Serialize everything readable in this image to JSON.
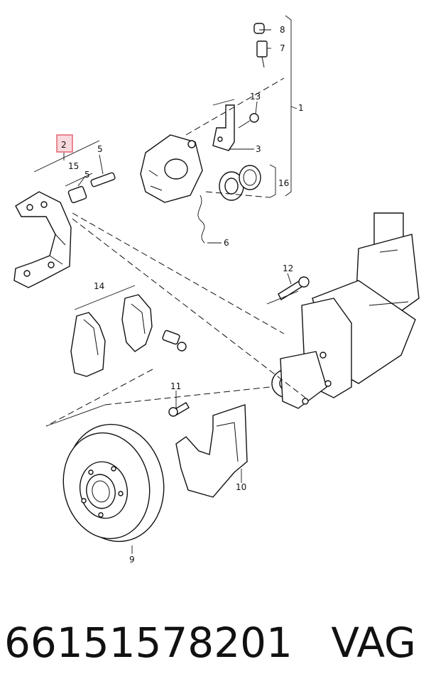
{
  "diagram": {
    "highlight_color": "#e05a6a",
    "callouts": {
      "c1": "1",
      "c2": "2",
      "c3": "3",
      "c5a": "5",
      "c5b": "5",
      "c6": "6",
      "c7": "7",
      "c8": "8",
      "c9": "9",
      "c10": "10",
      "c11": "11",
      "c12": "12",
      "c13": "13",
      "c14": "14",
      "c15": "15",
      "c16": "16"
    }
  },
  "footer": {
    "part_number": "66151578201",
    "brand": "VAG"
  }
}
